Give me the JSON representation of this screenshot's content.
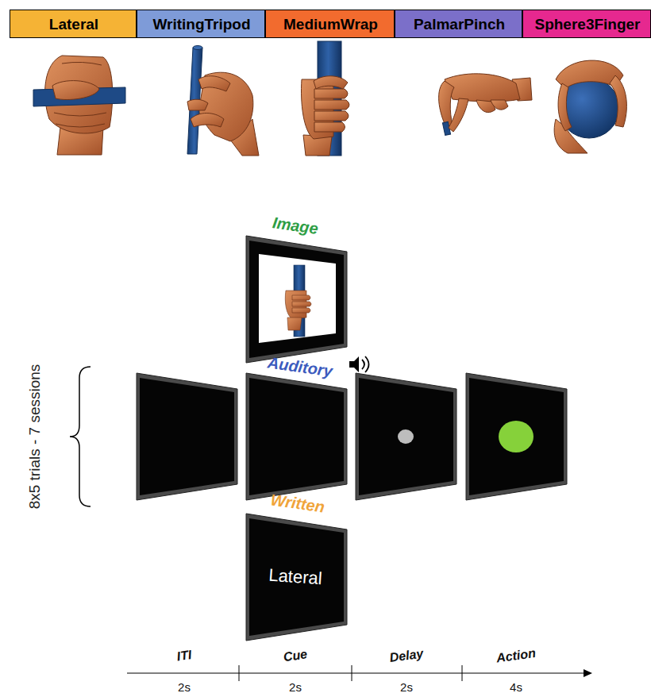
{
  "diagram": {
    "nodes": [
      {
        "text": [
          "Lateral"
        ]
      },
      {
        "text": [
          "WritingTripod"
        ]
      },
      {
        "text": [
          "MediumWrap"
        ]
      },
      {
        "text": [
          "PalmarPinch"
        ]
      },
      {
        "text": [
          "Sphere3Finger"
        ]
      },
      {
        "text": [
          "Image"
        ]
      },
      {
        "text": [
          "Auditory"
        ]
      },
      {
        "text": [
          "Written",
          "Lateral"
        ]
      }
    ],
    "labels": [
      "8x5 trials - 7 sessions",
      "ITI",
      "Cue",
      "Delay",
      "Action",
      "2s",
      "2s",
      "2s",
      "4s"
    ]
  }
}
